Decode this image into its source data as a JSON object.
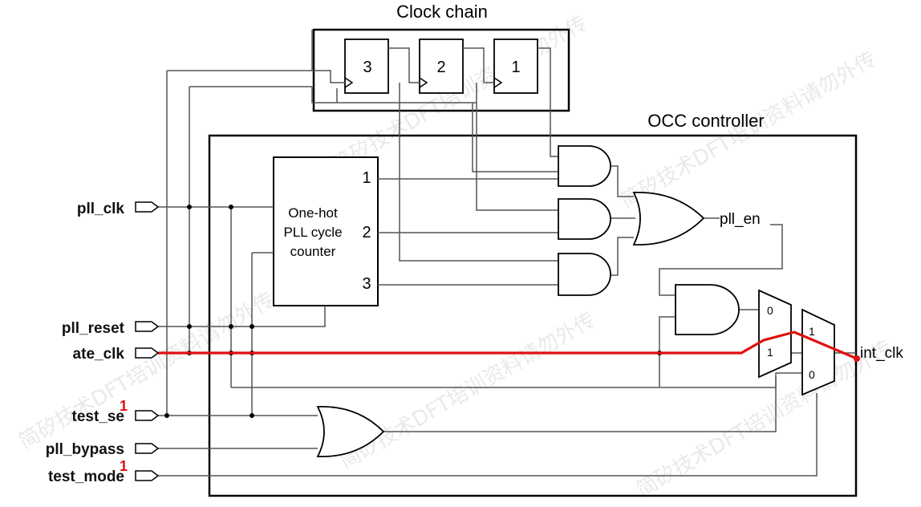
{
  "clock_chain": {
    "title": "Clock chain",
    "ff_labels": [
      "3",
      "2",
      "1"
    ]
  },
  "occ": {
    "title": "OCC controller"
  },
  "counter": {
    "line1": "One-hot",
    "line2": "PLL cycle",
    "line3": "counter",
    "out1": "1",
    "out2": "2",
    "out3": "3"
  },
  "signals": {
    "pll_clk": "pll_clk",
    "pll_reset": "pll_reset",
    "ate_clk": "ate_clk",
    "test_se": "test_se",
    "pll_bypass": "pll_bypass",
    "test_mode": "test_mode",
    "pll_en": "pll_en",
    "int_clk": "int_clk"
  },
  "annotations": {
    "test_se_mark": "1",
    "test_mode_mark": "1"
  },
  "mux1": {
    "in0": "0",
    "in1": "1"
  },
  "mux2": {
    "in1": "1",
    "in0": "0"
  },
  "watermark": [
    "简矽技术DFT培训资料请勿外传",
    "简矽技术DFT培训资料请勿外传",
    "简矽技术DFT培训资料请勿外传",
    "简矽技术DFT培训资料请勿外传",
    "简矽技术DFT培训资料请勿外传"
  ],
  "colors": {
    "highlight_path": "#e01010"
  }
}
